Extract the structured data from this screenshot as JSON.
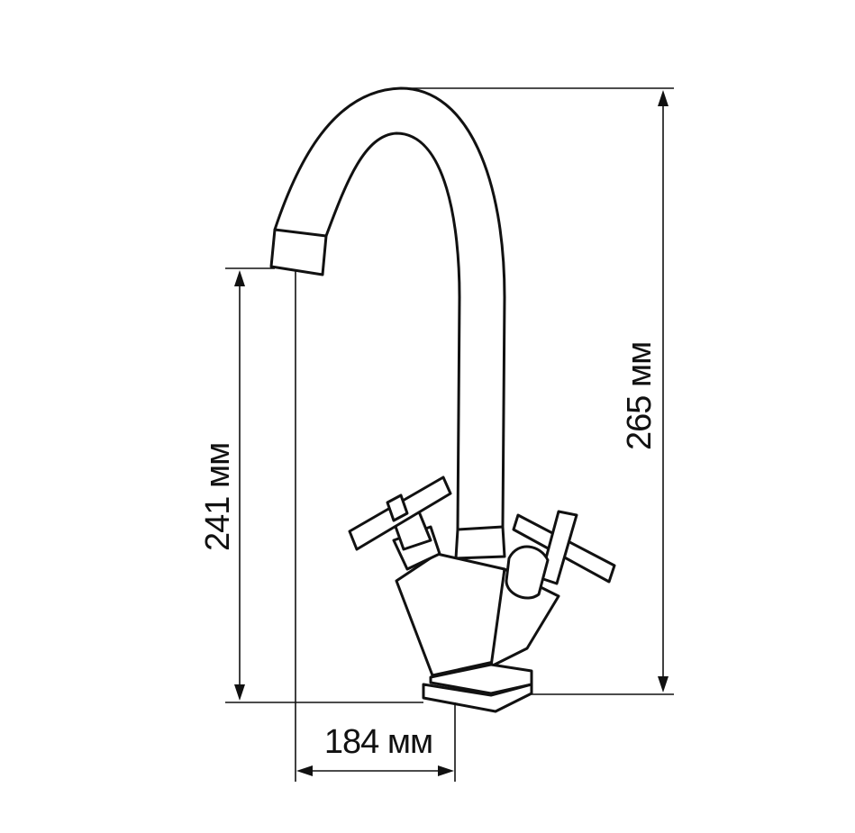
{
  "dimensions": {
    "spout_height": "241 мм",
    "total_height": "265 мм",
    "spout_reach": "184 мм"
  },
  "colors": {
    "line": "#111111",
    "background": "#ffffff"
  }
}
